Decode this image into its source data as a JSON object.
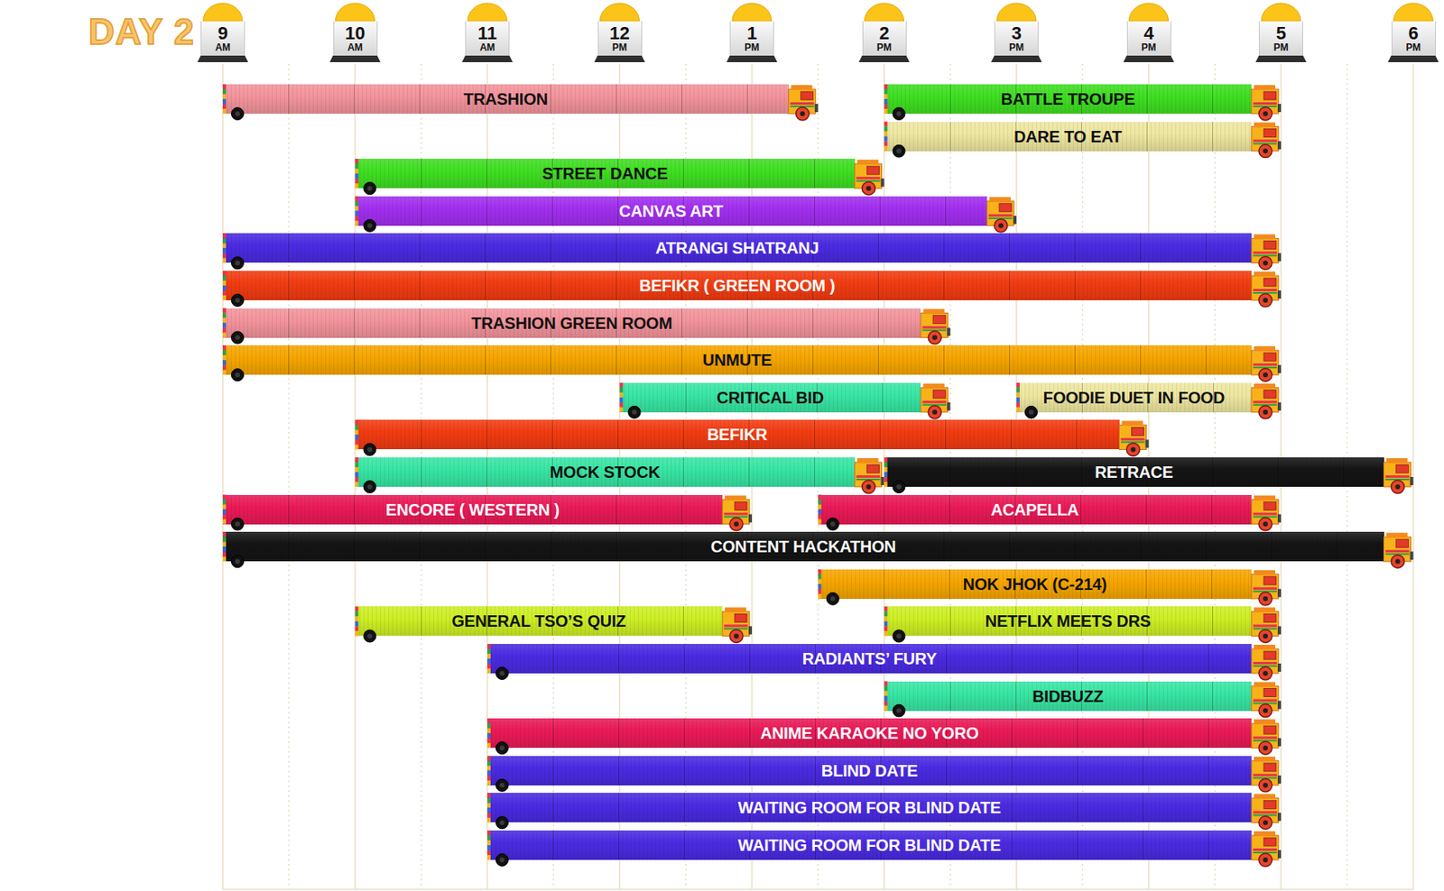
{
  "diagram": {
    "title": "DAY 2",
    "nodes": [
      {
        "text": [
          "9",
          "AM"
        ]
      },
      {
        "text": [
          "10",
          "AM"
        ]
      },
      {
        "text": [
          "11",
          "AM"
        ]
      },
      {
        "text": [
          "12",
          "PM"
        ]
      },
      {
        "text": [
          "1",
          "PM"
        ]
      },
      {
        "text": [
          "2",
          "PM"
        ]
      },
      {
        "text": [
          "3",
          "PM"
        ]
      },
      {
        "text": [
          "4",
          "PM"
        ]
      },
      {
        "text": [
          "5",
          "PM"
        ]
      },
      {
        "text": [
          "6",
          "PM"
        ]
      },
      {
        "text": [
          "TRASHION"
        ]
      },
      {
        "text": [
          "BATTLE TROUPE"
        ]
      },
      {
        "text": [
          "DARE TO EAT"
        ]
      },
      {
        "text": [
          "STREET DANCE"
        ]
      },
      {
        "text": [
          "CANVAS ART"
        ]
      },
      {
        "text": [
          "ATRANGI SHATRANJ"
        ]
      },
      {
        "text": [
          "BEFIKR ( GREEN ROOM )"
        ]
      },
      {
        "text": [
          "TRASHION GREEN ROOM"
        ]
      },
      {
        "text": [
          "UNMUTE"
        ]
      },
      {
        "text": [
          "CRITICAL BID"
        ]
      },
      {
        "text": [
          "FOODIE DUET IN FOOD"
        ]
      },
      {
        "text": [
          "BEFIKR"
        ]
      },
      {
        "text": [
          "MOCK STOCK"
        ]
      },
      {
        "text": [
          "RETRACE"
        ]
      },
      {
        "text": [
          "ENCORE ( WESTERN )"
        ]
      },
      {
        "text": [
          "ACAPELLA"
        ]
      },
      {
        "text": [
          "CONTENT HACKATHON"
        ]
      },
      {
        "text": [
          "NOK JHOK (C-214)"
        ]
      },
      {
        "text": [
          "GENERAL TSO’S QUIZ"
        ]
      },
      {
        "text": [
          "NETFLIX MEETS DRS"
        ]
      },
      {
        "text": [
          "RADIANTS’ FURY"
        ]
      },
      {
        "text": [
          "BIDBUZZ"
        ]
      },
      {
        "text": [
          "ANIME KARAOKE NO YORO"
        ]
      },
      {
        "text": [
          "BLIND DATE"
        ]
      },
      {
        "text": [
          "WAITING ROOM FOR BLIND DATE"
        ]
      },
      {
        "text": [
          "WAITING ROOM FOR BLIND DATE"
        ]
      }
    ]
  }
}
